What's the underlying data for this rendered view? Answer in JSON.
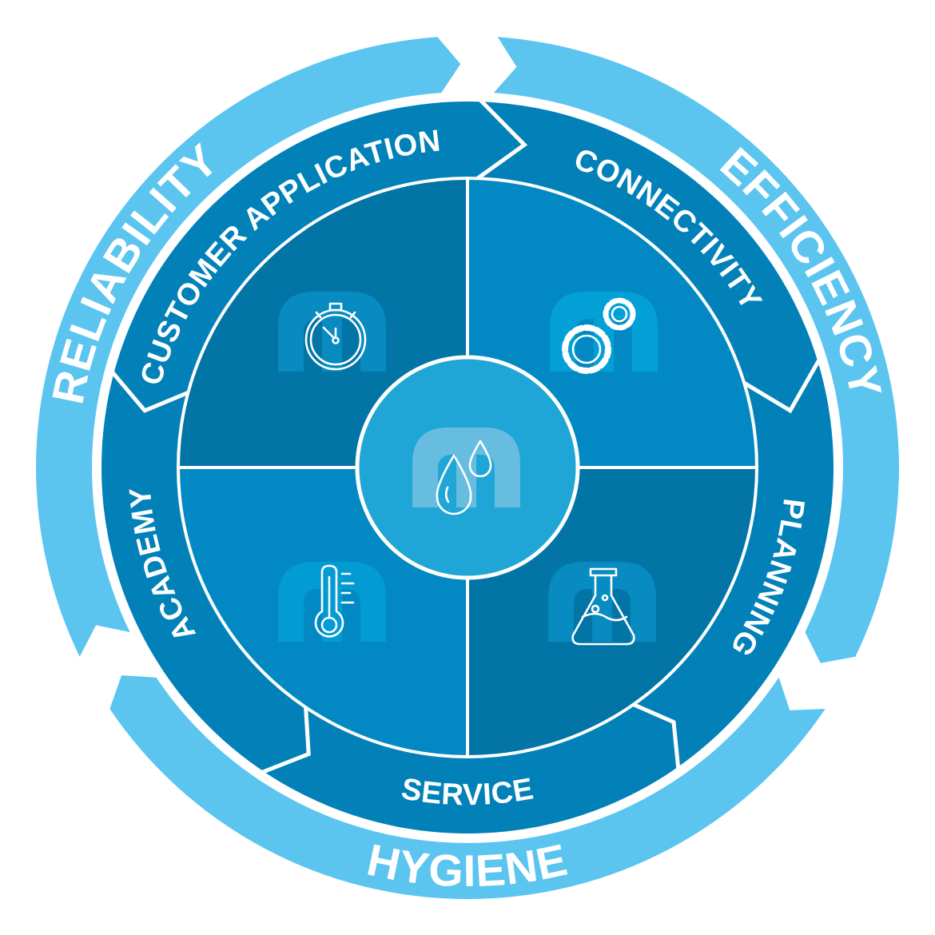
{
  "outer_ring": {
    "reliability": "RELIABILITY",
    "efficiency": "EFFICIENCY",
    "hygiene": "HYGIENE"
  },
  "middle_ring": {
    "customer_application": "CUSTOMER APPLICATION",
    "connectivity": "CONNECTIVITY",
    "planning": "PLANNING",
    "service": "SERVICE",
    "academy": "ACADEMY"
  },
  "icons": {
    "top_left": "stopwatch-icon",
    "top_right": "gears-icon",
    "bottom_left": "thermometer-icon",
    "bottom_right": "flask-icon",
    "center": "water-drops-icon"
  },
  "colors": {
    "outer_ring": "#5bc5f0",
    "middle_ring": "#0281b9",
    "quadrant_dark": "#0274a6",
    "quadrant_light": "#0289c3",
    "center": "#20a6d6"
  }
}
